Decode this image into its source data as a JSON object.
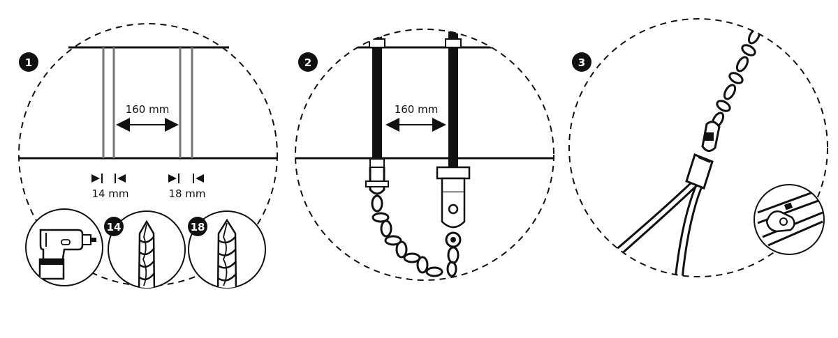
{
  "steps": [
    {
      "number": "1",
      "spacing_label": "160 mm",
      "hole_labels": [
        "14 mm",
        "18 mm"
      ],
      "drill_bits": [
        "14",
        "18"
      ],
      "icons": [
        "drill-icon",
        "drill-bit-icon"
      ]
    },
    {
      "number": "2",
      "spacing_label": "160 mm",
      "icons": [
        "threaded-rod-icon",
        "shackle-icon",
        "swivel-icon",
        "chain-icon"
      ]
    },
    {
      "number": "3",
      "icons": [
        "chain-icon",
        "carabiner-icon",
        "rope-icon",
        "hook-detail-icon"
      ]
    }
  ],
  "colors": {
    "ink": "#111111",
    "background": "#ffffff"
  }
}
